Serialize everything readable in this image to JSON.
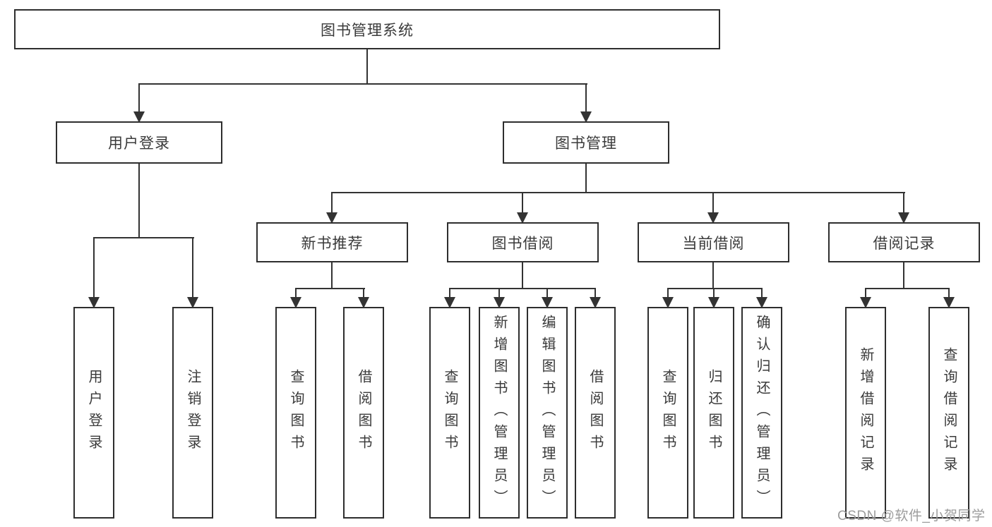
{
  "diagram": {
    "root": {
      "label": "图书管理系统",
      "children": [
        {
          "label": "用户登录",
          "children": [
            {
              "label": "用户登录"
            },
            {
              "label": "注销登录"
            }
          ]
        },
        {
          "label": "图书管理",
          "children": [
            {
              "label": "新书推荐",
              "children": [
                {
                  "label": "查询图书"
                },
                {
                  "label": "借阅图书"
                }
              ]
            },
            {
              "label": "图书借阅",
              "children": [
                {
                  "label": "查询图书"
                },
                {
                  "label": "新增图书（管理员）"
                },
                {
                  "label": "编辑图书（管理员）"
                },
                {
                  "label": "借阅图书"
                }
              ]
            },
            {
              "label": "当前借阅",
              "children": [
                {
                  "label": "查询图书"
                },
                {
                  "label": "归还图书"
                },
                {
                  "label": "确认归还（管理员）"
                }
              ]
            },
            {
              "label": "借阅记录",
              "children": [
                {
                  "label": "新增借阅记录"
                },
                {
                  "label": "查询借阅记录"
                }
              ]
            }
          ]
        }
      ]
    }
  },
  "watermark": {
    "text": "CSDN @软件_小贺同学"
  },
  "colors": {
    "line": "#333333",
    "border": "#2e2e2e",
    "text": "#3a3a3a",
    "watermark": "#9c9c9c",
    "background": "#ffffff"
  }
}
